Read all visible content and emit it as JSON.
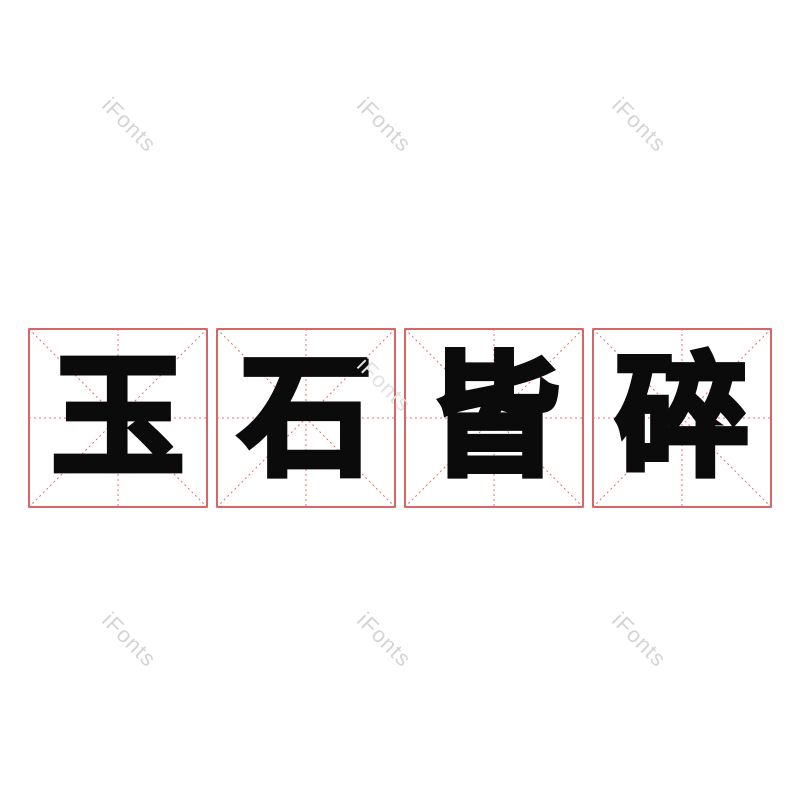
{
  "watermark": {
    "text": "iFonts"
  },
  "characters": [
    {
      "char": "玉"
    },
    {
      "char": "石"
    },
    {
      "char": "皆"
    },
    {
      "char": "碎"
    }
  ],
  "colors": {
    "grid_border": "#cc3333",
    "grid_guide": "#e07070",
    "glyph": "#0b0b0b",
    "watermark": "#d4d4d4",
    "background": "#ffffff"
  }
}
